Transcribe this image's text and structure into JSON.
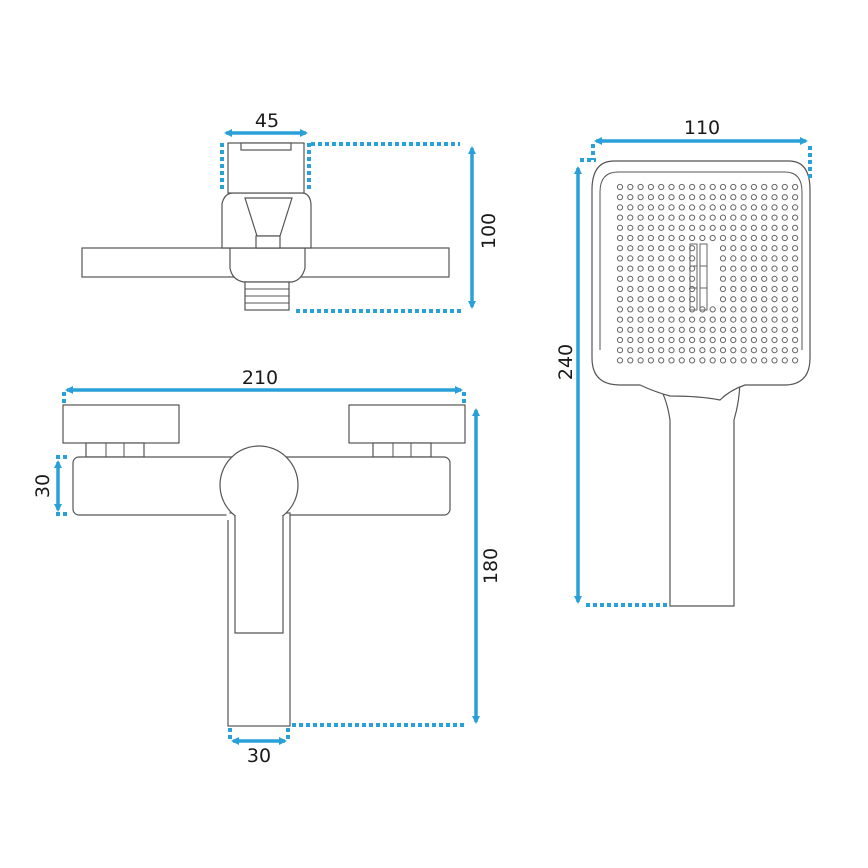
{
  "drawing": {
    "top_view": {
      "width_label": "45",
      "height_label": "100"
    },
    "front_view": {
      "width_label": "210",
      "body_height_label": "30",
      "total_height_label": "180",
      "spout_width_label": "30"
    },
    "hand_shower": {
      "width_label": "110",
      "length_label": "240"
    },
    "colors": {
      "dimension": "#2aa0d8",
      "outline": "#555555"
    }
  }
}
